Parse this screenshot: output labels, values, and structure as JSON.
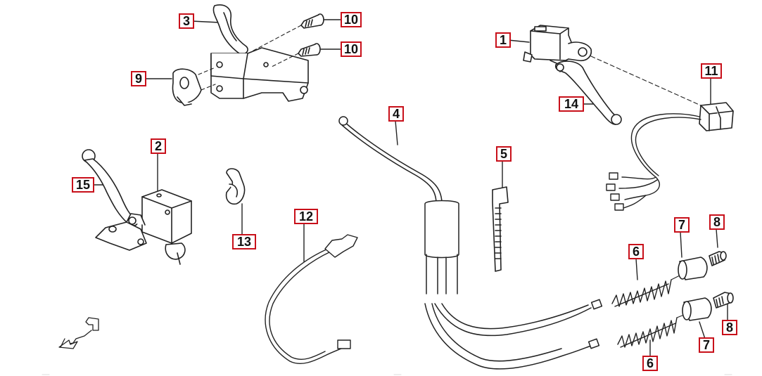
{
  "diagram": {
    "callouts": [
      {
        "id": "c1",
        "label": "1"
      },
      {
        "id": "c2",
        "label": "2"
      },
      {
        "id": "c3",
        "label": "3"
      },
      {
        "id": "c4",
        "label": "4"
      },
      {
        "id": "c5",
        "label": "5"
      },
      {
        "id": "c6a",
        "label": "6"
      },
      {
        "id": "c6b",
        "label": "6"
      },
      {
        "id": "c7a",
        "label": "7"
      },
      {
        "id": "c7b",
        "label": "7"
      },
      {
        "id": "c8a",
        "label": "8"
      },
      {
        "id": "c8b",
        "label": "8"
      },
      {
        "id": "c9",
        "label": "9"
      },
      {
        "id": "c10a",
        "label": "10"
      },
      {
        "id": "c10b",
        "label": "10"
      },
      {
        "id": "c11",
        "label": "11"
      },
      {
        "id": "c12",
        "label": "12"
      },
      {
        "id": "c13",
        "label": "13"
      },
      {
        "id": "c14",
        "label": "14"
      },
      {
        "id": "c15",
        "label": "15"
      }
    ],
    "colors": {
      "callout_border": "#c8101a",
      "line": "#222222",
      "background": "#ffffff"
    }
  }
}
